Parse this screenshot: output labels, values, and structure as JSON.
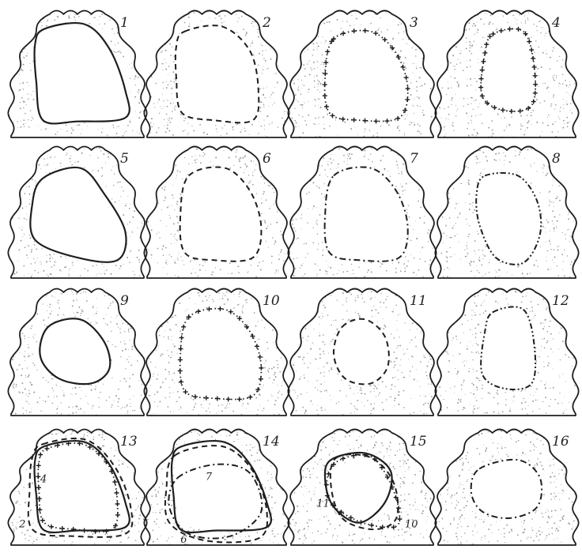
{
  "figure": {
    "ink_color": "#1e1e1e",
    "paper_color": "#ffffff",
    "stipple_color": "#9a9a9a",
    "panels": [
      {
        "number": "1",
        "style": "solid"
      },
      {
        "number": "2",
        "style": "dashed"
      },
      {
        "number": "3",
        "style": "cross-dotted"
      },
      {
        "number": "4",
        "style": "cross"
      },
      {
        "number": "5",
        "style": "solid"
      },
      {
        "number": "6",
        "style": "dashed"
      },
      {
        "number": "7",
        "style": "dash-dot"
      },
      {
        "number": "8",
        "style": "dash-dot-dot"
      },
      {
        "number": "9",
        "style": "solid"
      },
      {
        "number": "10",
        "style": "cross-dotted"
      },
      {
        "number": "11",
        "style": "dashed"
      },
      {
        "number": "12",
        "style": "dash-dot-dot"
      },
      {
        "number": "13",
        "style": "overlay",
        "overlay_labels": [
          "4",
          "2"
        ]
      },
      {
        "number": "14",
        "style": "overlay",
        "overlay_labels": [
          "7",
          "6"
        ]
      },
      {
        "number": "15",
        "style": "overlay",
        "overlay_labels": [
          "11",
          "10"
        ]
      },
      {
        "number": "16",
        "style": "dash-dot"
      }
    ]
  }
}
